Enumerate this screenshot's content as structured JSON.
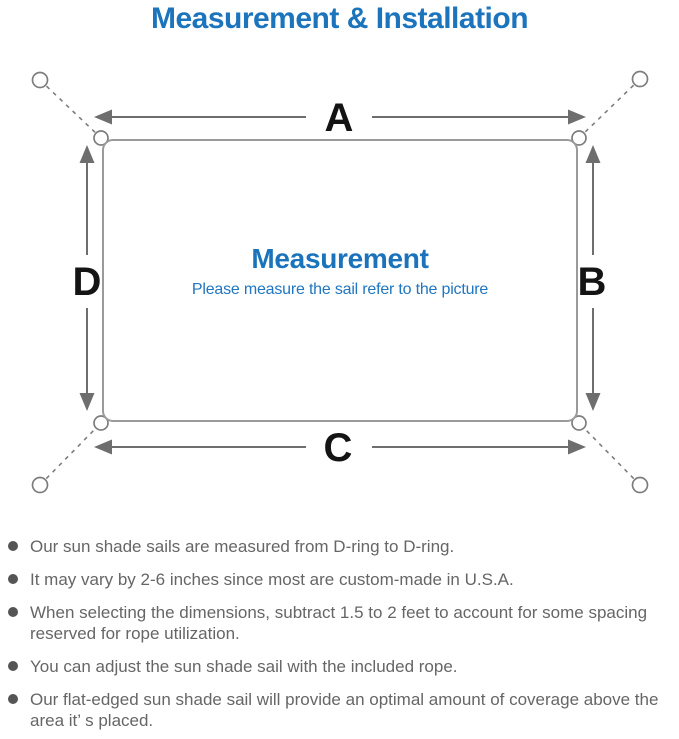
{
  "title": "Measurement & Installation",
  "colors": {
    "title_blue": "#1b74bc",
    "heading_blue": "#1a73bb",
    "subheading_blue": "#2076c0",
    "line_gray": "#9a9a9a",
    "arrow_gray": "#6e6e6e",
    "rope_gray": "#7d7d7d",
    "dim_label": "#141414",
    "note_text": "#666666",
    "bullet_dot": "#555555"
  },
  "diagram": {
    "dimension_labels": {
      "top": "A",
      "right": "B",
      "bottom": "C",
      "left": "D"
    },
    "center": {
      "heading": "Measurement",
      "subheading": "Please measure the sail refer to the picture"
    }
  },
  "notes": [
    "Our sun shade sails are measured from D-ring to D-ring.",
    "It may vary by 2-6 inches since most are custom-made in U.S.A.",
    "When selecting the dimensions, subtract 1.5 to 2 feet to account for some spacing reserved for rope utilization.",
    "You can adjust the sun shade sail with the included rope.",
    "Our flat-edged sun shade sail will provide an optimal amount of coverage above the area it’ s placed."
  ]
}
